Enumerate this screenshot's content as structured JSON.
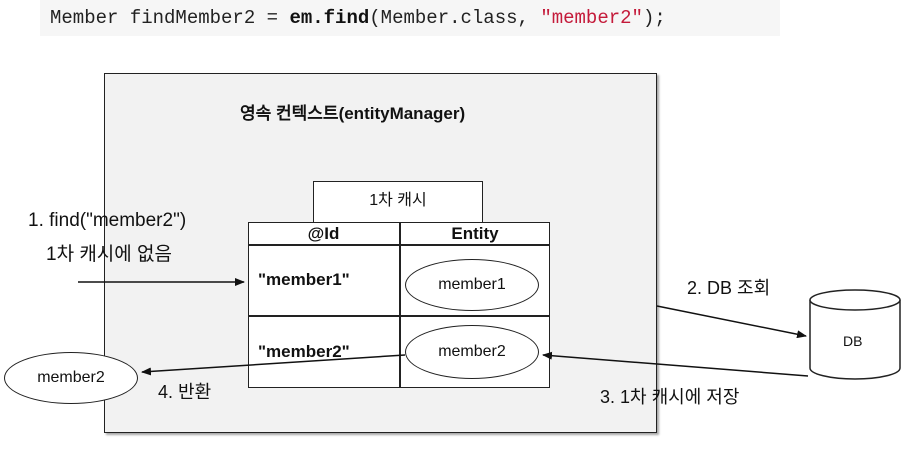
{
  "code": {
    "prefix": "Member findMember2 = ",
    "keyword": "em.find",
    "args_open": "(Member.class, ",
    "string_arg": "\"member2\"",
    "suffix": ");"
  },
  "persistence_context": {
    "title": "영속 컨텍스트(entityManager)"
  },
  "cache": {
    "label": "1차 캐시",
    "columns": [
      "@Id",
      "Entity"
    ],
    "rows": [
      {
        "id": "\"member1\"",
        "entity": "member1"
      },
      {
        "id": "\"member2\"",
        "entity": "member2"
      }
    ]
  },
  "db": {
    "label": "DB"
  },
  "steps": {
    "step1_line1": "1. find(\"member2\")",
    "step1_line2": "1차 캐시에 없음",
    "step2": "2. DB 조회",
    "step3": "3. 1차 캐시에 저장",
    "step4": "4. 반환"
  },
  "returned": {
    "label": "member2"
  }
}
